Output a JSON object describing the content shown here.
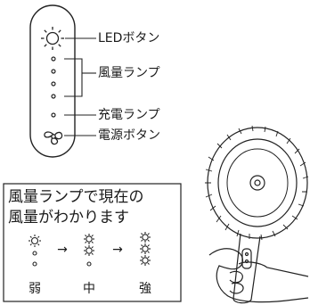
{
  "callouts": {
    "led_button": "LEDボタン",
    "airflow_lamp": "風量ランプ",
    "charge_lamp": "充電ランプ",
    "power_button": "電源ボタン"
  },
  "info_box": {
    "line1": "風量ランプで現在の",
    "line2": "風量がわかります",
    "levels": [
      "弱",
      "中",
      "強"
    ],
    "arrow": "→"
  },
  "icons": [
    "led-sun-icon",
    "fan-icon",
    "handheld-fan-illustration"
  ]
}
